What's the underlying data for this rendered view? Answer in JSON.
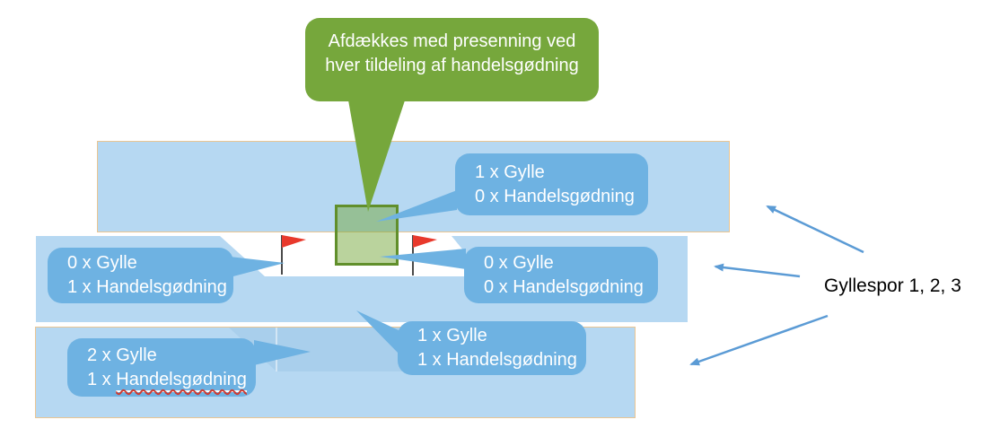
{
  "cover_note": {
    "line1": "Afdækkes med presenning ved",
    "line2": "hver tildeling af handelsgødning"
  },
  "callouts": {
    "track1_top": {
      "line1": "1 x Gylle",
      "line2": "0 x Handelsgødning"
    },
    "track2_left": {
      "line1": "0 x Gylle",
      "line2": "1 x Handelsgødning"
    },
    "track2_right": {
      "line1": "0 x Gylle",
      "line2": "0 x Handelsgødning"
    },
    "track2_3_mid": {
      "line1": "1 x Gylle",
      "line2": "1 x Handelsgødning"
    },
    "track3_left": {
      "line1": "2 x Gylle",
      "line2_prefix": "1 x ",
      "line2_word": "Handelsgødning"
    }
  },
  "side_label": "Gyllespor 1, 2, 3",
  "colors": {
    "band_fill": "#B6D8F2",
    "band_border": "#EAC592",
    "callout_fill": "#6EB2E2",
    "cover_green": "#76A73C",
    "square_border": "#618F2B",
    "arrow_blue": "#5B9BD5",
    "flag_red": "#E8392C",
    "overlap_shade": "#A9CFEC"
  }
}
